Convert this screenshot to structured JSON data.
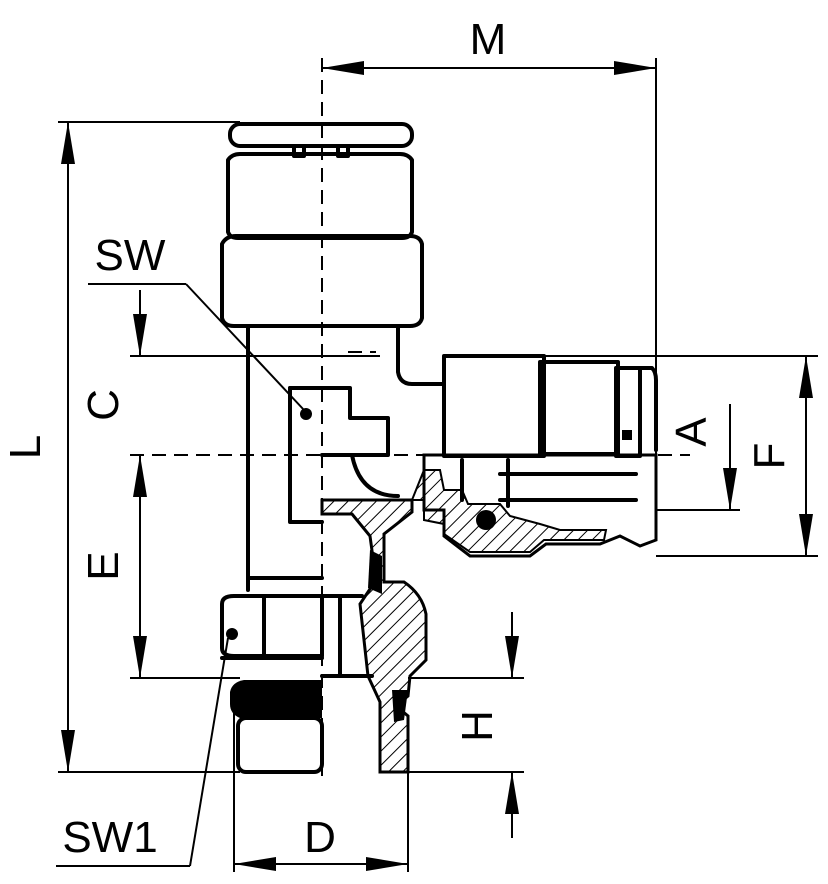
{
  "labels": {
    "M": "M",
    "L": "L",
    "SW": "SW",
    "C": "C",
    "E": "E",
    "A": "A",
    "F": "F",
    "H": "H",
    "D": "D",
    "SW1": "SW1"
  },
  "colors": {
    "line": "#000000",
    "background": "#ffffff"
  }
}
